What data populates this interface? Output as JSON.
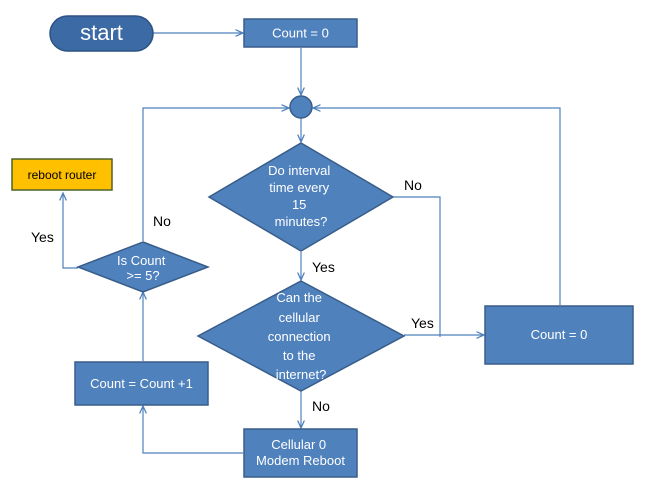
{
  "colors": {
    "node_fill": "#4f81bd",
    "node_stroke": "#385d8a",
    "start_fill": "#3b6aa4",
    "reboot_fill": "#ffc000",
    "reboot_stroke": "#4f6228",
    "edge": "#4f81bd"
  },
  "nodes": {
    "start": "start",
    "count_init": "Count = 0",
    "interval_question": [
      "Do interval",
      "time every",
      "15",
      "minutes?"
    ],
    "cellular_question": [
      "Can the",
      "cellular",
      "connection",
      "to the",
      "internet?"
    ],
    "count_reset": "Count = 0",
    "modem_reboot": [
      "Cellular 0",
      "Modem Reboot"
    ],
    "count_increment": "Count = Count +1",
    "count_question": [
      "Is Count",
      ">= 5?"
    ],
    "reboot_router": "reboot router"
  },
  "edge_labels": {
    "interval_no": "No",
    "interval_yes": "Yes",
    "cellular_yes": "Yes",
    "cellular_no": "No",
    "count_no": "No",
    "count_yes": "Yes"
  }
}
